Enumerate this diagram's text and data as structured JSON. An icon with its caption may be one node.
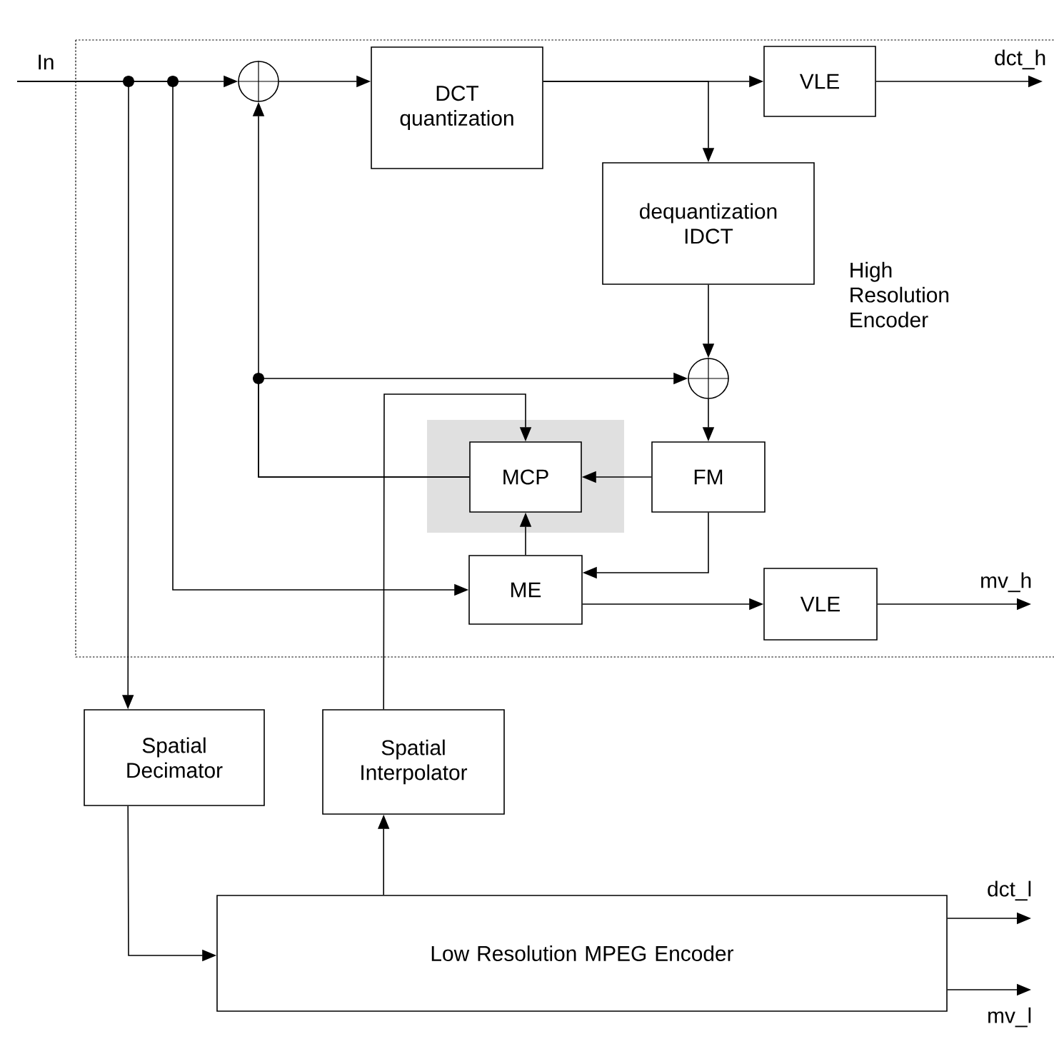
{
  "diagram": {
    "nodes": [
      {
        "text": [
          "High Resolution Encoder"
        ]
      },
      {
        "text": [],
        "shape": "circle",
        "in": 0
      },
      {
        "text": [
          "DCT quantization"
        ],
        "in": 0
      },
      {
        "text": [
          "VLE"
        ],
        "in": 0
      },
      {
        "text": [
          "dequantization IDCT"
        ],
        "in": 0
      },
      {
        "text": [],
        "shape": "circle",
        "in": 0
      },
      {
        "text": [],
        "shape": "box",
        "in": 0
      },
      {
        "text": [
          "MCP"
        ],
        "in": 6
      },
      {
        "text": [
          "FM"
        ],
        "in": 0
      },
      {
        "text": [
          "ME"
        ],
        "in": 0
      },
      {
        "text": [
          "VLE"
        ],
        "in": 0
      },
      {
        "text": [
          "Spatial Decimator"
        ]
      },
      {
        "text": [
          "Spatial Interpolator"
        ]
      },
      {
        "text": [
          "Low Resolution MPEG Encoder"
        ]
      },
      {
        "text": [
          "In"
        ]
      },
      {
        "text": [
          "dct_h"
        ],
        "in": 0
      },
      {
        "text": [
          "mv_h"
        ],
        "in": 0
      },
      {
        "text": [
          "dct_l"
        ]
      },
      {
        "text": [
          "mv_l"
        ]
      }
    ],
    "edges": [
      {
        "from": 14,
        "to": 1,
        "arrow": "to"
      },
      {
        "from": 14,
        "to": 9,
        "arrow": "to"
      },
      {
        "from": 14,
        "to": 11,
        "arrow": "to"
      },
      {
        "from": 1,
        "to": 2,
        "arrow": "to"
      },
      {
        "from": 2,
        "to": 3,
        "arrow": "to"
      },
      {
        "from": 2,
        "to": 4,
        "arrow": "to"
      },
      {
        "from": 3,
        "to": 15,
        "arrow": "to"
      },
      {
        "from": 4,
        "to": 5,
        "arrow": "to"
      },
      {
        "from": 5,
        "to": 8,
        "arrow": "to"
      },
      {
        "from": 8,
        "to": 7,
        "arrow": "to"
      },
      {
        "from": 8,
        "to": 9,
        "arrow": "to"
      },
      {
        "from": 9,
        "to": 7,
        "arrow": "to"
      },
      {
        "from": 9,
        "to": 10,
        "arrow": "to"
      },
      {
        "from": 10,
        "to": 16,
        "arrow": "to"
      },
      {
        "from": 7,
        "to": 1,
        "arrow": "to"
      },
      {
        "from": 7,
        "to": 5,
        "arrow": "to"
      },
      {
        "from": 11,
        "to": 13,
        "arrow": "to"
      },
      {
        "from": 13,
        "to": 12,
        "arrow": "to"
      },
      {
        "from": 12,
        "to": 7,
        "arrow": "to"
      },
      {
        "from": 13,
        "to": 17,
        "arrow": "to"
      },
      {
        "from": 13,
        "to": 18,
        "arrow": "to"
      }
    ]
  }
}
